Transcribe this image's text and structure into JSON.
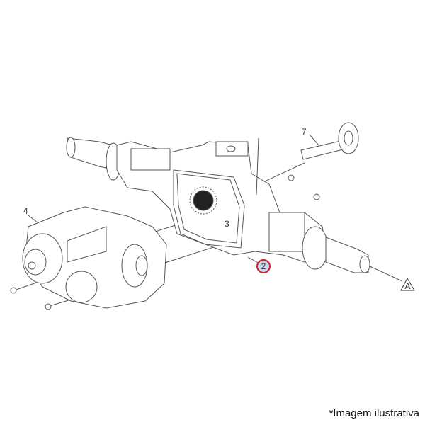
{
  "diagram": {
    "callouts": {
      "part_7": "7",
      "part_3": "3",
      "part_4": "4",
      "part_2": "2",
      "ref_a": "A"
    },
    "highlight_color": "#d0202a",
    "highlight_fill": "#c9d6ea"
  },
  "caption": "*Imagem ilustrativa"
}
